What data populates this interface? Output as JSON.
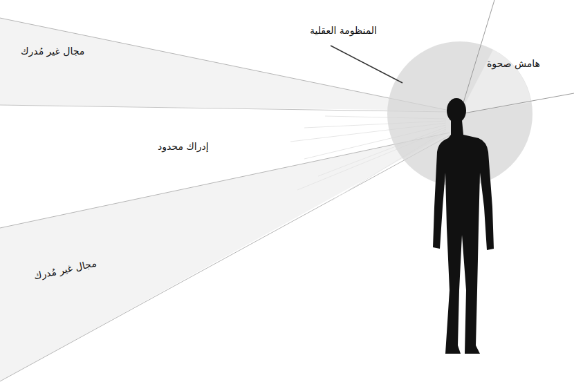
{
  "diagram": {
    "labels": [
      "المنظومة العقلية",
      "هامش صحوة",
      "مجال غير مُدرك",
      "إدراك محدود",
      "مجال غير مُدرك"
    ]
  }
}
